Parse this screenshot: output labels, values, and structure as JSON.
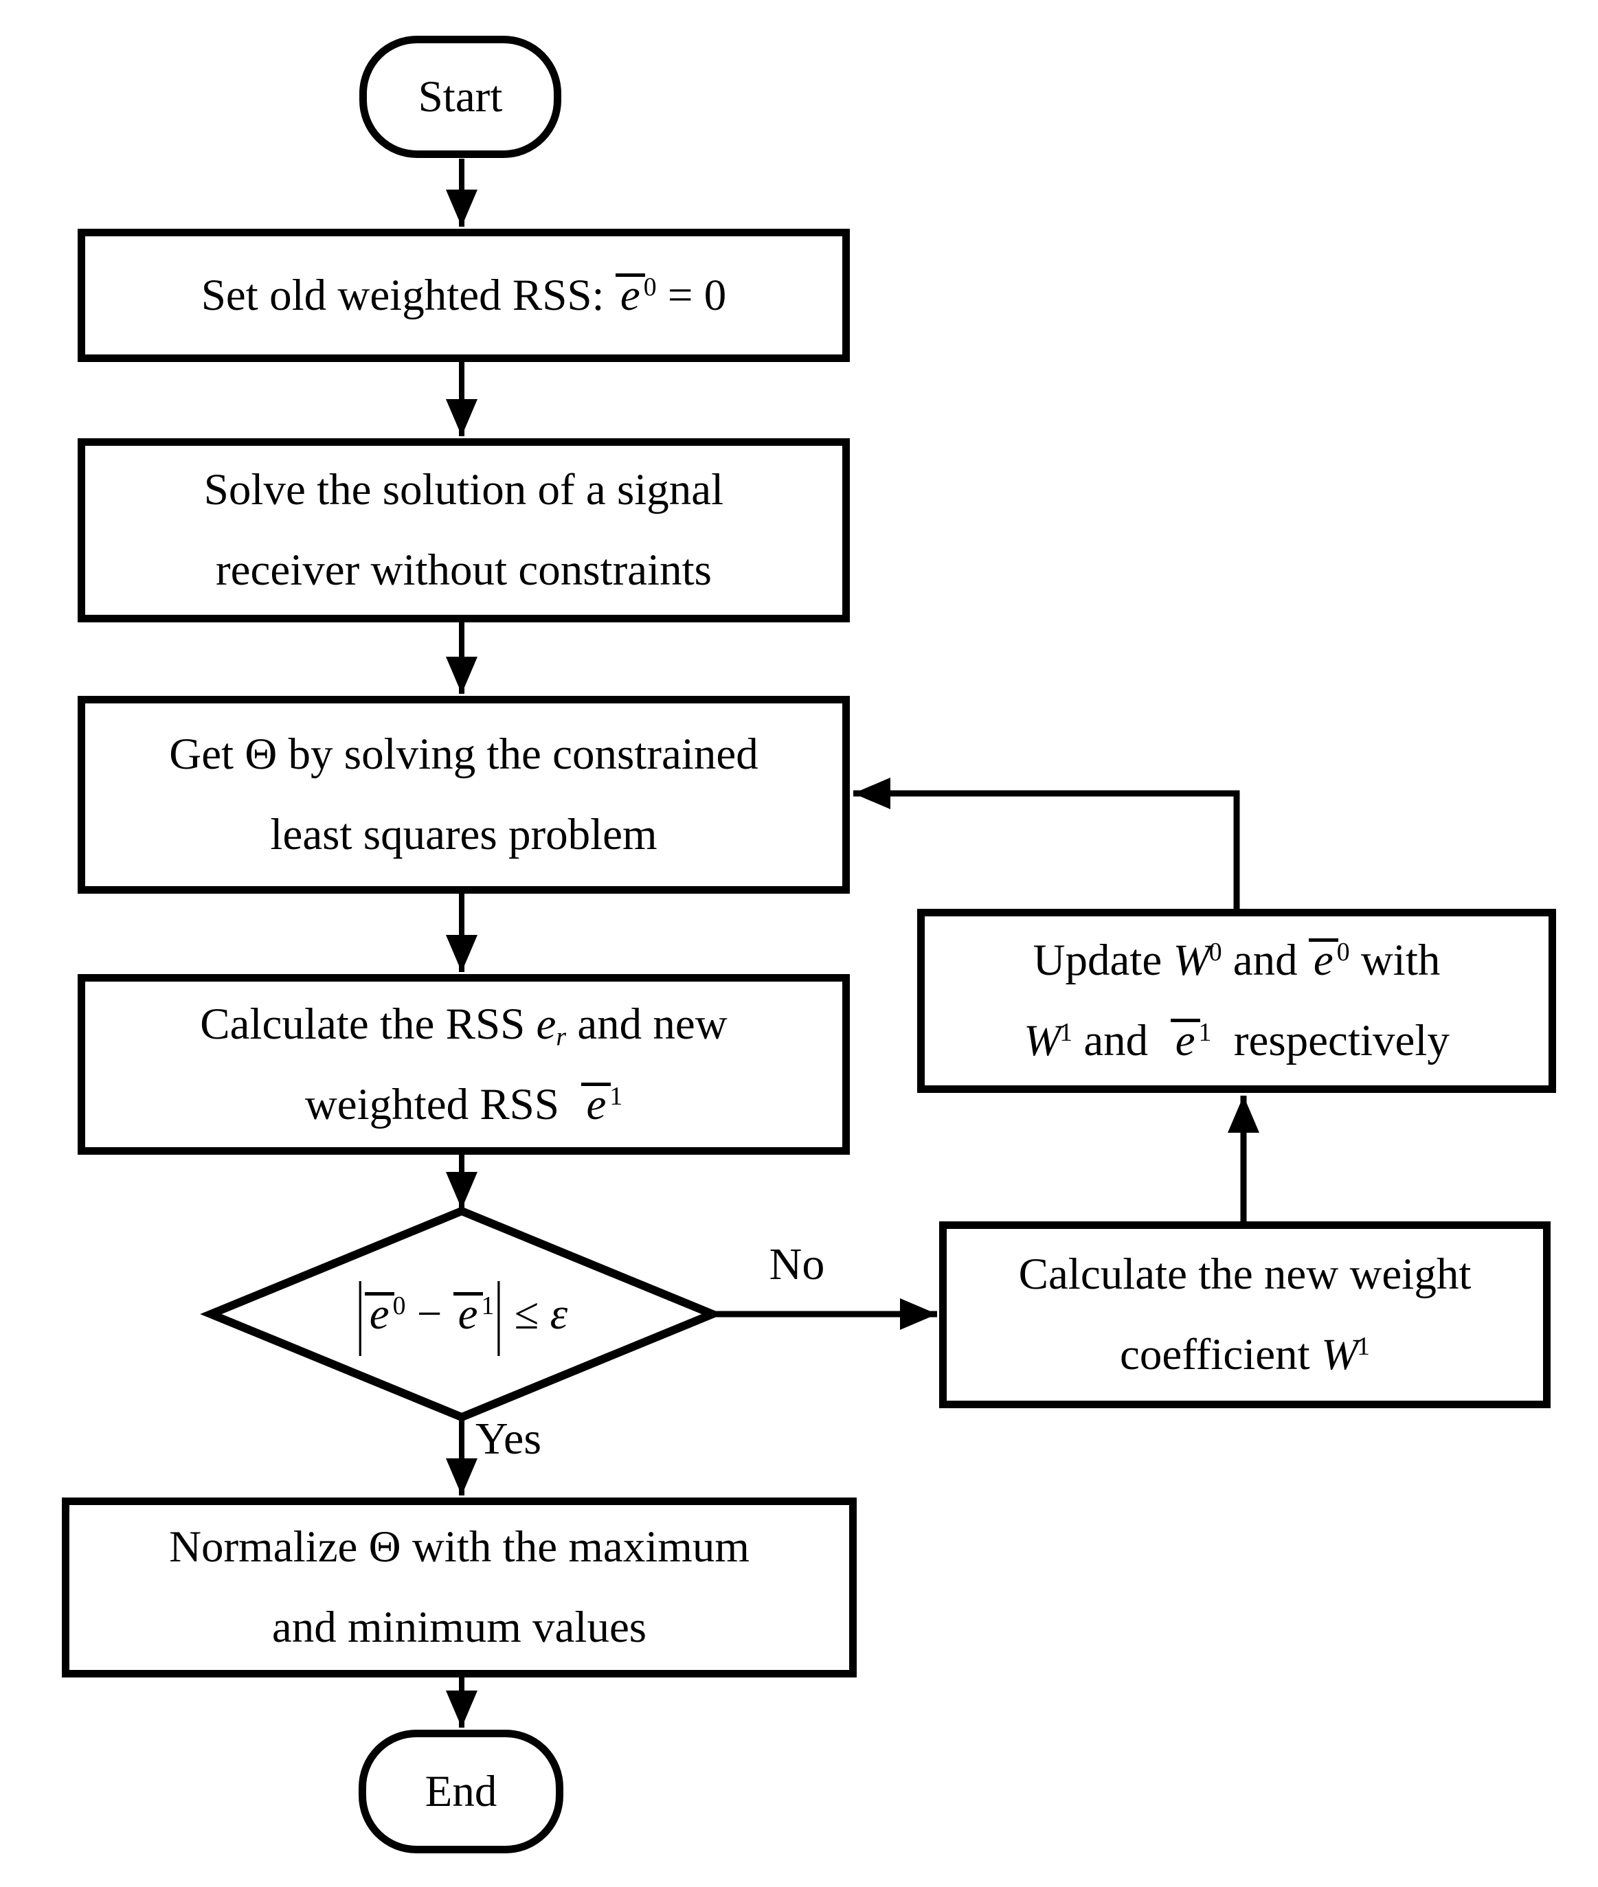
{
  "flowchart": {
    "colors": {
      "stroke": "#000000",
      "node_fill": "#ffffff",
      "background": "#ffffff"
    },
    "nodes": {
      "start": {
        "type": "terminator",
        "label": "Start"
      },
      "set_rss": {
        "type": "process",
        "lines": [
          "Set old weighted RSS: ~{e}^{0} = 0"
        ]
      },
      "solve": {
        "type": "process",
        "lines": [
          "Solve the solution of a signal",
          "receiver without constraints"
        ]
      },
      "get_theta": {
        "type": "process",
        "lines": [
          "Get Θ by solving the constrained",
          "least squares problem"
        ]
      },
      "calc_rss": {
        "type": "process",
        "lines": [
          "Calculate the RSS *{e}_{r} and new",
          "weighted RSS  ~{e}^{1}"
        ]
      },
      "decision": {
        "type": "decision",
        "lines": [
          "@{|}~{e}^{0} − ~{e}^{1}@{|} ≤ *{ε}"
        ]
      },
      "normalize": {
        "type": "process",
        "lines": [
          "Normalize Θ with the maximum",
          "and minimum values"
        ]
      },
      "end": {
        "type": "terminator",
        "label": "End"
      },
      "calc_weight": {
        "type": "process",
        "lines": [
          "Calculate the new weight",
          "coefficient *{W}^{1}"
        ]
      },
      "update": {
        "type": "process",
        "lines": [
          "Update *{W}^{0} and ~{e}^{0} with",
          "*{W}^{1} and  ~{e}^{1}  respectively"
        ]
      }
    },
    "edges": {
      "yes_label": "Yes",
      "no_label": "No"
    }
  }
}
